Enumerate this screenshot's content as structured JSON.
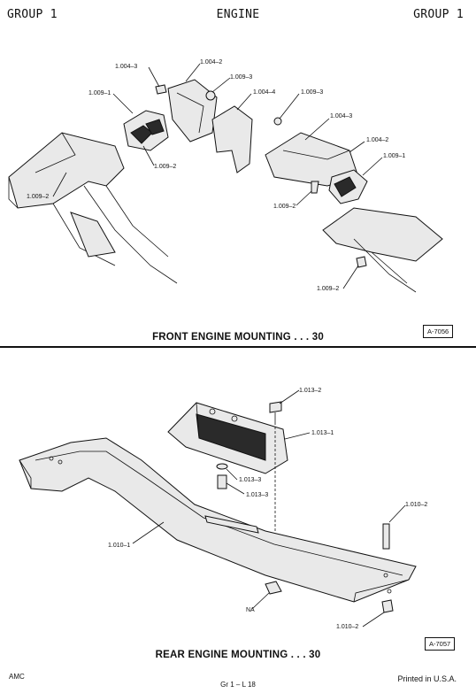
{
  "header": {
    "left": "GROUP 1",
    "center": "ENGINE",
    "right": "GROUP 1"
  },
  "front": {
    "caption": "FRONT ENGINE MOUNTING . . . 30",
    "code": "A-7056",
    "labels": [
      "1.004–3",
      "1.004–2",
      "1.009–3",
      "1.009–1",
      "1.004–4",
      "1.009–3",
      "1.004–3",
      "1.009–2",
      "1.004–2",
      "1.009–1",
      "1.009–2",
      "1.009–2",
      "1.009–2"
    ]
  },
  "rear": {
    "caption": "REAR ENGINE MOUNTING . . . 30",
    "code": "A-7057",
    "labels": [
      "1.013–2",
      "1.013–1",
      "1.013–3",
      "1.013–3",
      "1.010–2",
      "1.010–1",
      "NA",
      "1.010–2"
    ]
  },
  "footer": {
    "left": "AMC",
    "center": "Gr 1 – L 18",
    "right": "Printed in U.S.A."
  }
}
